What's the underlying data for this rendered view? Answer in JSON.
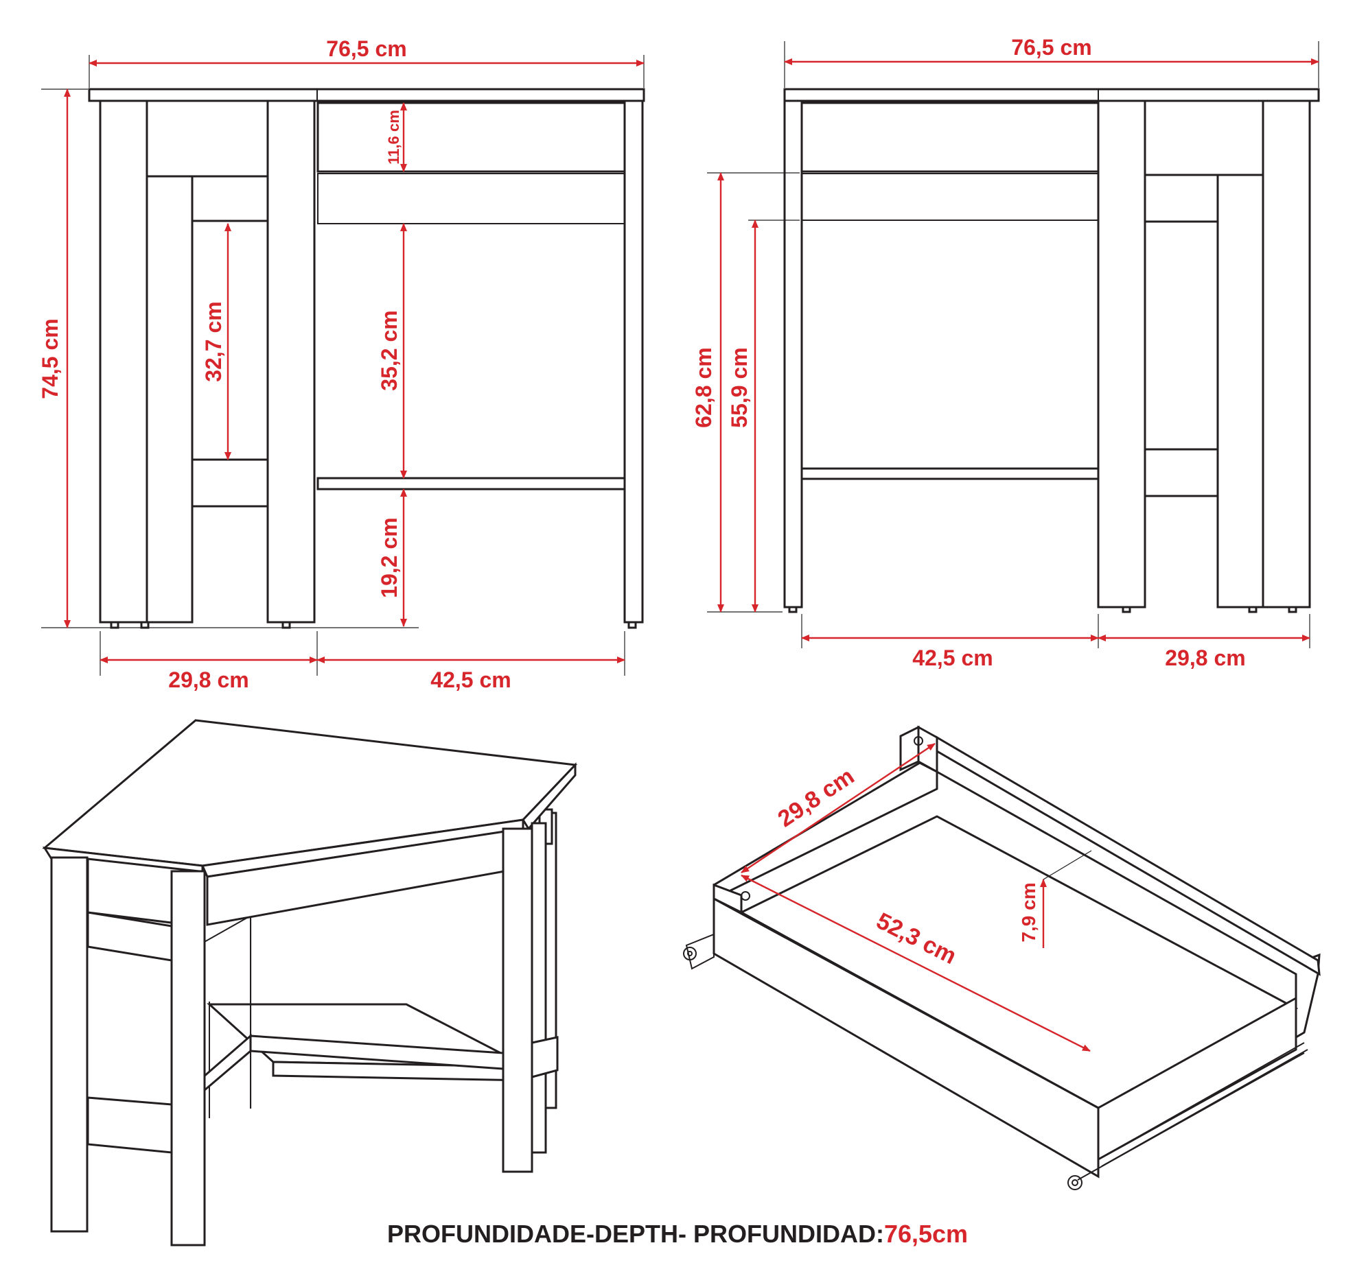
{
  "colors": {
    "dimension": "#d7262b",
    "line": "#231f20",
    "background": "#ffffff"
  },
  "front_view": {
    "width": "76,5 cm",
    "height": "74,5 cm",
    "drawer_height": "11,6 cm",
    "left_opening": "32,7 cm",
    "knee_clearance": "35,2 cm",
    "shelf_height": "19,2 cm",
    "left_section_width": "29,8 cm",
    "right_section_width": "42,5 cm"
  },
  "back_view": {
    "width": "76,5 cm",
    "drawer_bottom_height": "62,8 cm",
    "apron_bottom_height": "55,9 cm",
    "left_section_width": "42,5 cm",
    "right_section_width": "29,8 cm"
  },
  "drawer": {
    "width": "29,8 cm",
    "length": "52,3 cm",
    "height": "7,9 cm"
  },
  "footer": {
    "depth_label": "PROFUNDIDADE-DEPTH- PROFUNDIDAD:",
    "depth_value": "76,5cm"
  }
}
